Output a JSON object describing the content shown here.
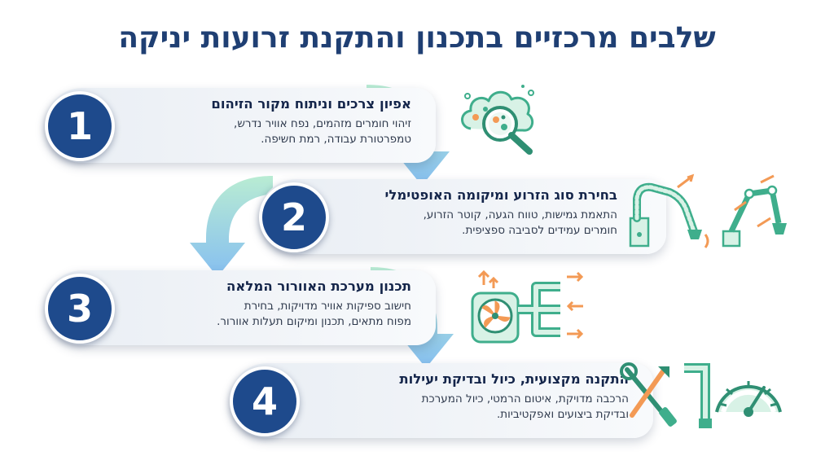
{
  "title": "שלבים מרכזיים בתכנון והתקנת זרועות יניקה",
  "colors": {
    "badge": "#1e4a8c",
    "title": "#1f3f73",
    "teal": "#3fae8c",
    "teal_light": "#bfe9d8",
    "orange": "#f39a55",
    "arrow_green": "#a8e6c8",
    "arrow_blue": "#7fb3ea"
  },
  "steps": [
    {
      "number": "1",
      "heading": "אפיון צרכים וניתוח מקור הזיהום",
      "lines": [
        "זיהוי חומרים מזהמים, נפח אוויר נדרש,",
        "טמפרטורת עבודה, רמת חשיפה."
      ],
      "icon": "magnifier-contaminant-cloud-icon"
    },
    {
      "number": "2",
      "heading": "בחירת סוג הזרוע ומיקומה האופטימלי",
      "lines": [
        "התאמת גמישות, טווח הגעה, קוטר הזרוע,",
        "חומרים עמידים לסביבה ספציפית."
      ],
      "icon": "extraction-arms-icon"
    },
    {
      "number": "3",
      "heading": "תכנון מערכת האוורור המלאה",
      "lines": [
        "חישוב ספיקות אוויר מדויקות, בחירת",
        "מפוח מתאים, תכנון ומיקום תעלות אוורור."
      ],
      "icon": "fan-ductwork-icon"
    },
    {
      "number": "4",
      "heading": "התקנה מקצועית, כיול ובדיקת יעילות",
      "lines": [
        "הרכבה מדויקת, איטום הרמטי, כיול המערכת",
        "ובדיקת ביצועים ואפקטיביות."
      ],
      "icon": "tools-pipe-gauge-icon"
    }
  ]
}
